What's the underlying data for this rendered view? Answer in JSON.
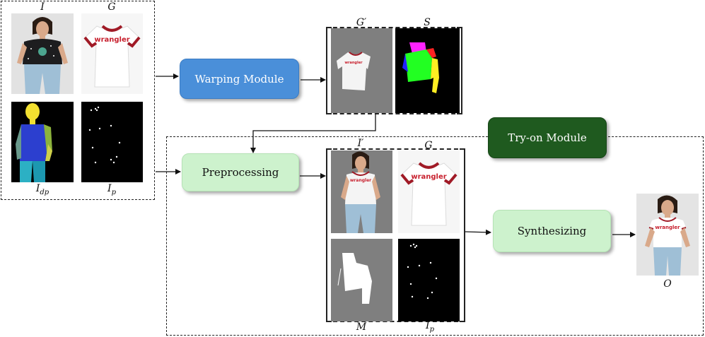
{
  "modules": {
    "warping": "Warping Module",
    "preprocessing": "Preprocessing",
    "tryon": "Try-on Module",
    "synthesizing": "Synthesizing"
  },
  "labels": {
    "I": "I",
    "G": "G",
    "I_dp_base": "I",
    "I_dp_sub": "dp",
    "I_p_base": "I",
    "I_p_sub": "p",
    "G_prime": "G′",
    "S": "S",
    "I_prime": "I′",
    "G2": "G",
    "M": "M",
    "I_p2_base": "I",
    "I_p2_sub": "p",
    "O": "O"
  },
  "colors": {
    "warping_module": "#4a8fd9",
    "light_green_module": "#cdf2cd",
    "dark_green_module": "#1f5a1f"
  }
}
